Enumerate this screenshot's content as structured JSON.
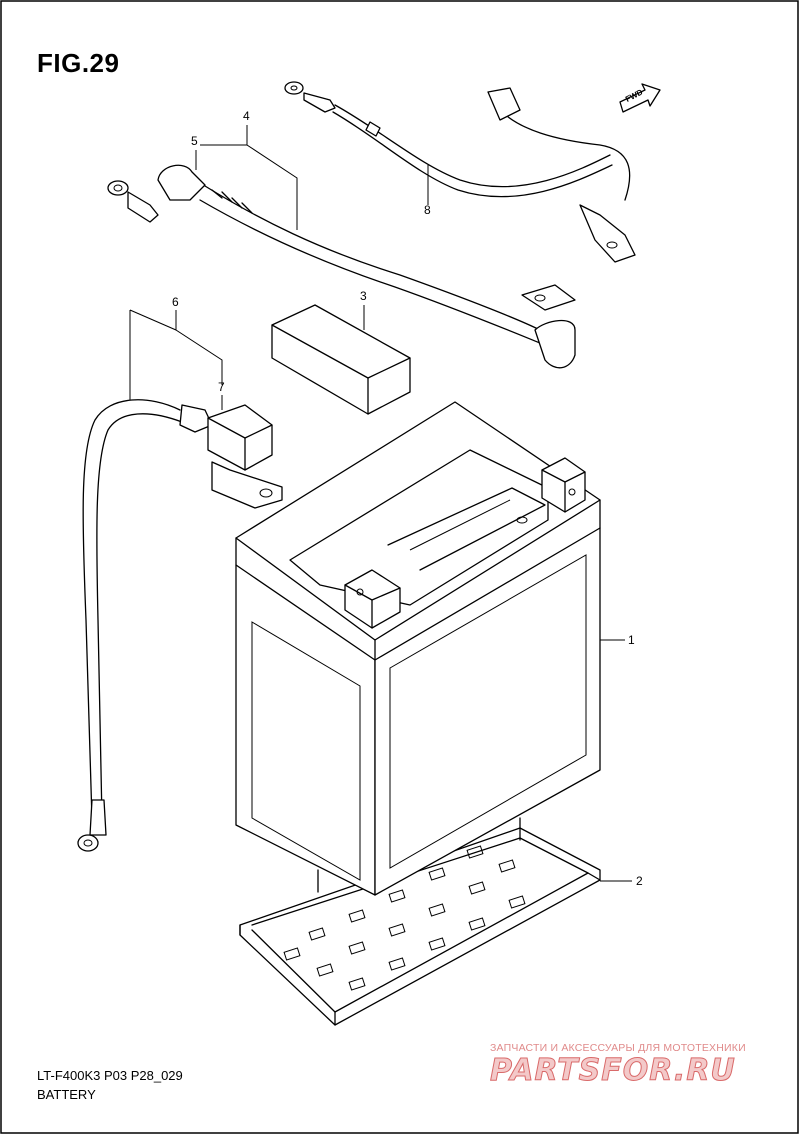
{
  "figure": {
    "title": "FIG.29"
  },
  "callouts": [
    {
      "id": "1",
      "label": "1"
    },
    {
      "id": "2",
      "label": "2"
    },
    {
      "id": "3",
      "label": "3"
    },
    {
      "id": "4",
      "label": "4"
    },
    {
      "id": "5",
      "label": "5"
    },
    {
      "id": "6",
      "label": "6"
    },
    {
      "id": "7",
      "label": "7"
    },
    {
      "id": "8",
      "label": "8"
    }
  ],
  "direction_marker": {
    "label": "FWD"
  },
  "footer": {
    "model_code": "LT-F400K3 P03 P28_029",
    "section_name": "BATTERY"
  },
  "watermark": {
    "tagline": "ЗАПЧАСТИ И АКСЕССУАРЫ ДЛЯ МОТОТЕХНИКИ",
    "logo_text": "PARTSFOR.RU"
  }
}
